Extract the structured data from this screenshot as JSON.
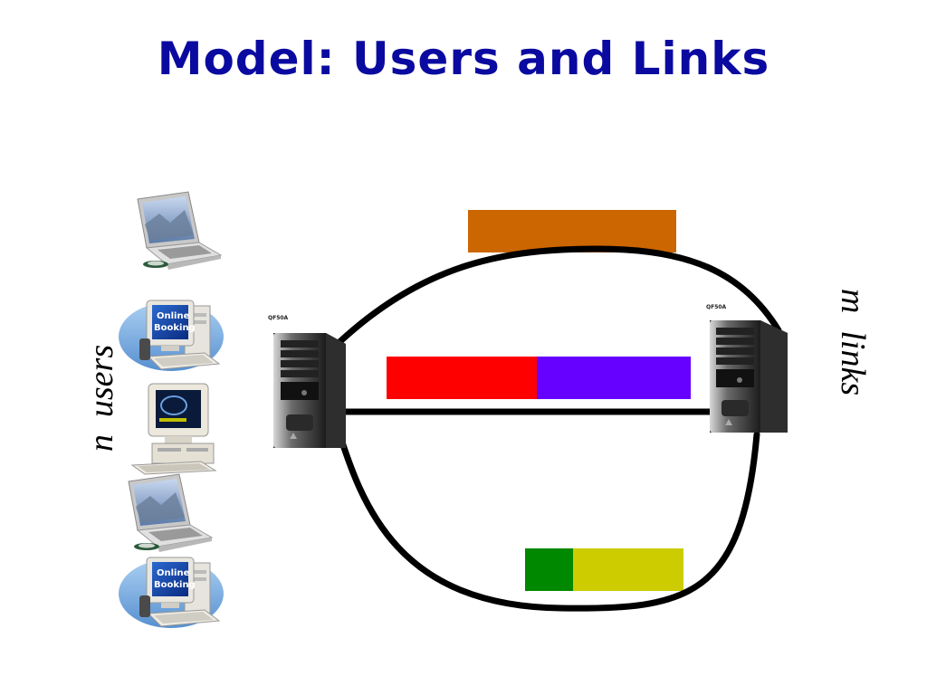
{
  "title": "Model: Users and Links",
  "labels": {
    "users": "n  users",
    "links": "m  links"
  },
  "devices": [
    {
      "type": "laptop",
      "icon": "laptop-icon"
    },
    {
      "type": "desktop-booking",
      "icon": "desktop-online-booking-icon",
      "screen_text_line1": "Online",
      "screen_text_line2": "Booking"
    },
    {
      "type": "desktop-crt",
      "icon": "desktop-crt-icon"
    },
    {
      "type": "laptop",
      "icon": "laptop-icon"
    },
    {
      "type": "desktop-booking",
      "icon": "desktop-online-booking-icon",
      "screen_text_line1": "Online",
      "screen_text_line2": "Booking"
    }
  ],
  "servers": {
    "left": {
      "tag": "QF50A",
      "icon": "server-tower-icon"
    },
    "right": {
      "tag": "QF50A",
      "icon": "server-tower-icon"
    }
  },
  "links": [
    {
      "name": "top-link",
      "segments": [
        {
          "color": "#cc6600",
          "share": 1.0
        }
      ]
    },
    {
      "name": "middle-link",
      "segments": [
        {
          "color": "#ff0000",
          "share": 0.49
        },
        {
          "color": "#6600ff",
          "share": 0.51
        }
      ]
    },
    {
      "name": "bottom-link",
      "segments": [
        {
          "color": "#008800",
          "share": 0.3
        },
        {
          "color": "#cccc00",
          "share": 0.7
        }
      ]
    }
  ],
  "colors": {
    "title": "#0a0aa0",
    "link_line": "#000000"
  }
}
